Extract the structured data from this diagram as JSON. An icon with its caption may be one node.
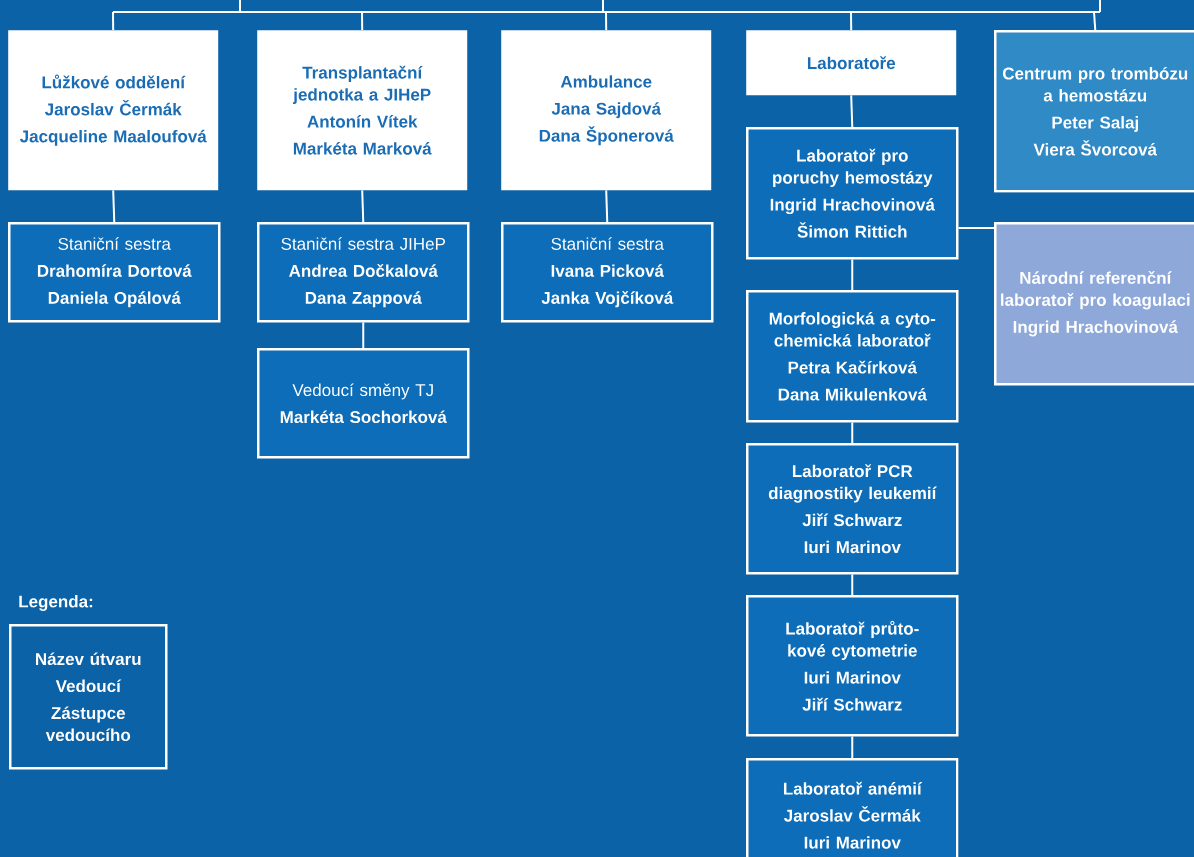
{
  "diagram": {
    "nodes": [
      {
        "text": [
          "Lůžkové oddělení",
          "Jaroslav Čermák",
          "Jacqueline Maaloufová"
        ]
      },
      {
        "text": [
          "Transplantační jednotka a JIHeP",
          "Antonín Vítek",
          "Markéta Marková"
        ]
      },
      {
        "text": [
          "Ambulance",
          "Jana Sajdová",
          "Dana Šponerová"
        ]
      },
      {
        "text": [
          "Laboratoře"
        ]
      },
      {
        "text": [
          "Centrum pro trombózu a hemostázu",
          "Peter Salaj",
          "Viera Švorcová"
        ]
      },
      {
        "text": [
          "Staniční sestra",
          "Drahomíra Dortová",
          "Daniela Opálová"
        ]
      },
      {
        "text": [
          "Staniční sestra JIHeP",
          "Andrea Dočkalová",
          "Dana Zappová"
        ]
      },
      {
        "text": [
          "Vedoucí směny TJ",
          "Markéta Sochorková"
        ]
      },
      {
        "text": [
          "Staniční sestra",
          "Ivana Picková",
          "Janka Vojčíková"
        ]
      },
      {
        "text": [
          "Laboratoř pro poruchy hemostázy",
          "Ingrid Hrachovinová",
          "Šimon Rittich"
        ]
      },
      {
        "text": [
          "Národní referenční laboratoř pro koagulaci",
          "Ingrid Hrachovinová"
        ]
      },
      {
        "text": [
          "Morfologická a cyto-chemická laboratoř",
          "Petra Kačírková",
          "Dana Mikulenková"
        ]
      },
      {
        "text": [
          "Laboratoř PCR diagnostiky leukemií",
          "Jiří Schwarz",
          "Iuri Marinov"
        ]
      },
      {
        "text": [
          "Laboratoř průto-kové cytometrie",
          "Iuri Marinov",
          "Jiří Schwarz"
        ]
      },
      {
        "text": [
          "Laboratoř anémií",
          "Jaroslav Čermák",
          "Iuri Marinov"
        ]
      },
      {
        "text": [
          "Název útvaru",
          "Vedoucí",
          "Zástupce vedoucího"
        ]
      }
    ],
    "edges": [
      {
        "from": null,
        "to": 0,
        "arrow": "none"
      },
      {
        "from": null,
        "to": 1,
        "arrow": "none"
      },
      {
        "from": null,
        "to": 2,
        "arrow": "none"
      },
      {
        "from": null,
        "to": 3,
        "arrow": "none"
      },
      {
        "from": null,
        "to": 4,
        "arrow": "none"
      },
      {
        "from": 0,
        "to": 5,
        "arrow": "none"
      },
      {
        "from": 1,
        "to": 6,
        "arrow": "none"
      },
      {
        "from": 6,
        "to": 7,
        "arrow": "none"
      },
      {
        "from": 2,
        "to": 8,
        "arrow": "none"
      },
      {
        "from": 3,
        "to": 9,
        "arrow": "none"
      },
      {
        "from": 9,
        "to": 10,
        "arrow": "none"
      },
      {
        "from": 9,
        "to": 11,
        "arrow": "none"
      },
      {
        "from": 11,
        "to": 12,
        "arrow": "none"
      },
      {
        "from": 12,
        "to": 13,
        "arrow": "none"
      },
      {
        "from": 13,
        "to": 14,
        "arrow": "none"
      }
    ],
    "labels": [
      "Legenda:"
    ]
  }
}
